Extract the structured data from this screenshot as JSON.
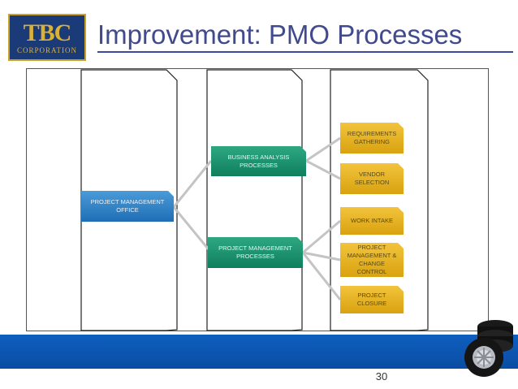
{
  "logo": {
    "line1": "TBC",
    "line2": "CORPORATION"
  },
  "title": "Improvement: PMO Processes",
  "diagram": {
    "level1": {
      "label": "PROJECT  MANAGEMENT OFFICE"
    },
    "level2": [
      {
        "label": "BUSINESS ANALYSIS PROCESSES"
      },
      {
        "label": "PROJECT MANAGEMENT PROCESSES"
      }
    ],
    "level3": [
      {
        "label": "REQUIREMENTS GATHERING"
      },
      {
        "label": "VENDOR SELECTION"
      },
      {
        "label": "WORK INTAKE"
      },
      {
        "label": "PROJECT MANAGEMENT & CHANGE CONTROL"
      },
      {
        "label": "PROJECT CLOSURE"
      }
    ]
  },
  "colors": {
    "title": "#404a8c",
    "band": "#0e5fbf",
    "level1_box": "#2a7cc4",
    "level2_box": "#1a9170",
    "level3_box": "#e8b423",
    "connector": "#bfbfbf"
  },
  "page_number": "30"
}
